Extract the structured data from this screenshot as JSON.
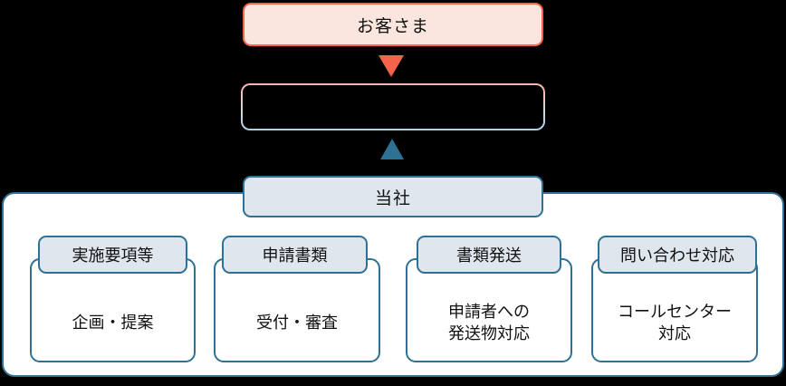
{
  "diagram": {
    "customer": {
      "label": "お客さま",
      "fill": "#fbe5df",
      "border": "#f4634a"
    },
    "channel": {
      "label": "",
      "border_top": "#f5b8ab",
      "border_bottom": "#abd0e6"
    },
    "arrows": {
      "down_color": "#f4634a",
      "up_color": "#2e7193"
    },
    "company": {
      "label": "当社",
      "fill": "#dfe6ee",
      "border": "#2e7196"
    },
    "columns": [
      {
        "header": "実施要項等",
        "body_line1": "企画・提案",
        "body_line2": ""
      },
      {
        "header": "申請書類",
        "body_line1": "受付・審査",
        "body_line2": ""
      },
      {
        "header": "書類発送",
        "body_line1": "申請者への",
        "body_line2": "発送物対応"
      },
      {
        "header": "問い合わせ対応",
        "body_line1": "コールセンター",
        "body_line2": "対応"
      }
    ]
  }
}
